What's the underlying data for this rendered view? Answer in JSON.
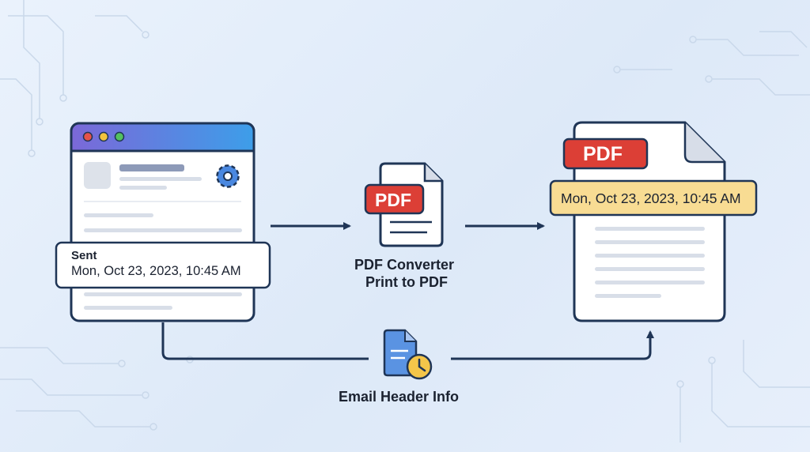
{
  "email_window": {
    "sent_label": "Sent",
    "sent_value": "Mon, Oct 23, 2023, 10:45 AM",
    "icons": [
      "window-dots",
      "gear-icon",
      "avatar-placeholder"
    ]
  },
  "converter": {
    "badge": "PDF",
    "line1": "PDF Converter",
    "line2": "Print to PDF",
    "icon": "document-icon"
  },
  "header_info": {
    "caption": "Email Header Info",
    "icon": "document-clock-icon"
  },
  "output_pdf": {
    "badge": "PDF",
    "date": "Mon, Oct 23, 2023, 10:45 AM",
    "icon": "document-icon"
  },
  "colors": {
    "accent_red": "#dc3f36",
    "navy": "#1f3556",
    "highlight_yellow": "#f8dc93",
    "titlebar_left": "#7b68d8",
    "titlebar_right": "#3d9ee9"
  }
}
